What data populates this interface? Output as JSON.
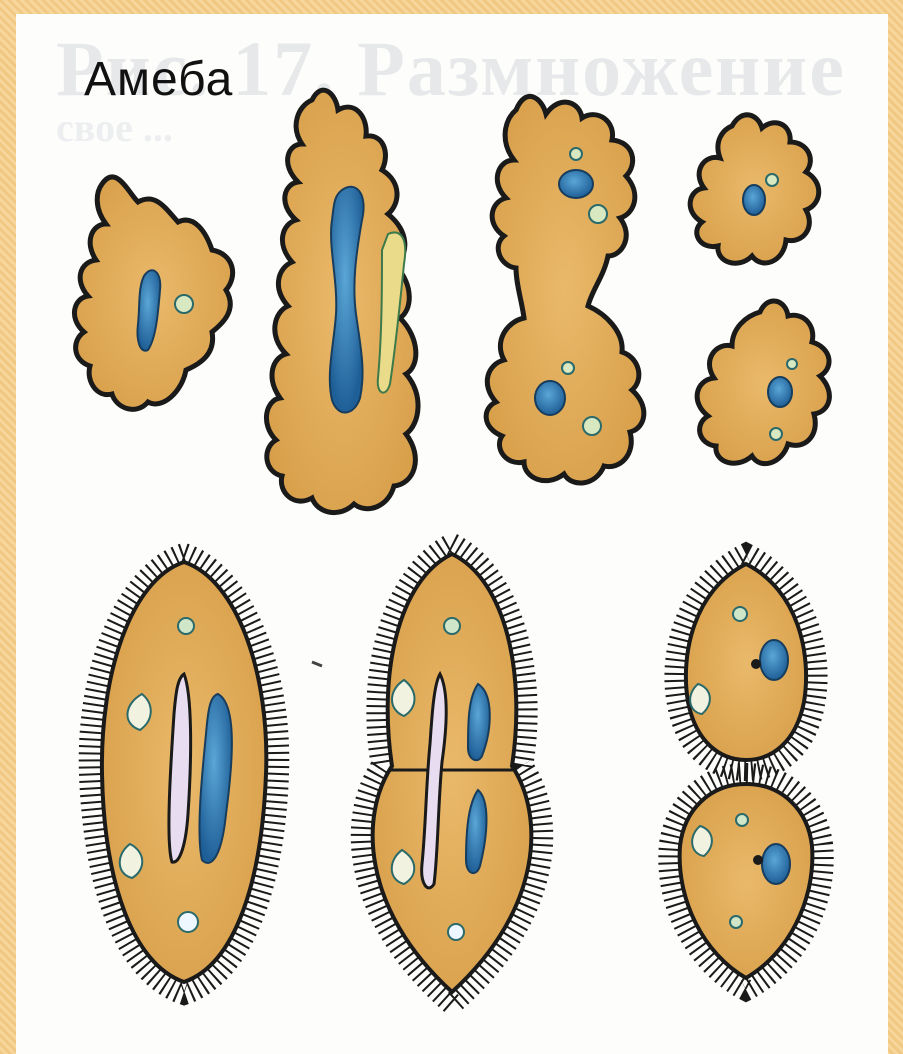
{
  "image": {
    "title": "Амеба",
    "background_text": [
      "Рис. 17. Размножение",
      "свое ... "
    ],
    "colors": {
      "frame": "#f4cf8f",
      "paper": "#fdfdfb",
      "cell_body": "#e2b15a",
      "nucleus": "#2f7fb8",
      "outline": "#1a1a1a"
    },
    "icons": [
      "amoeba-icon",
      "paramecium-icon",
      "nucleus-icon",
      "vacuole-icon",
      "cilia-icon"
    ]
  }
}
